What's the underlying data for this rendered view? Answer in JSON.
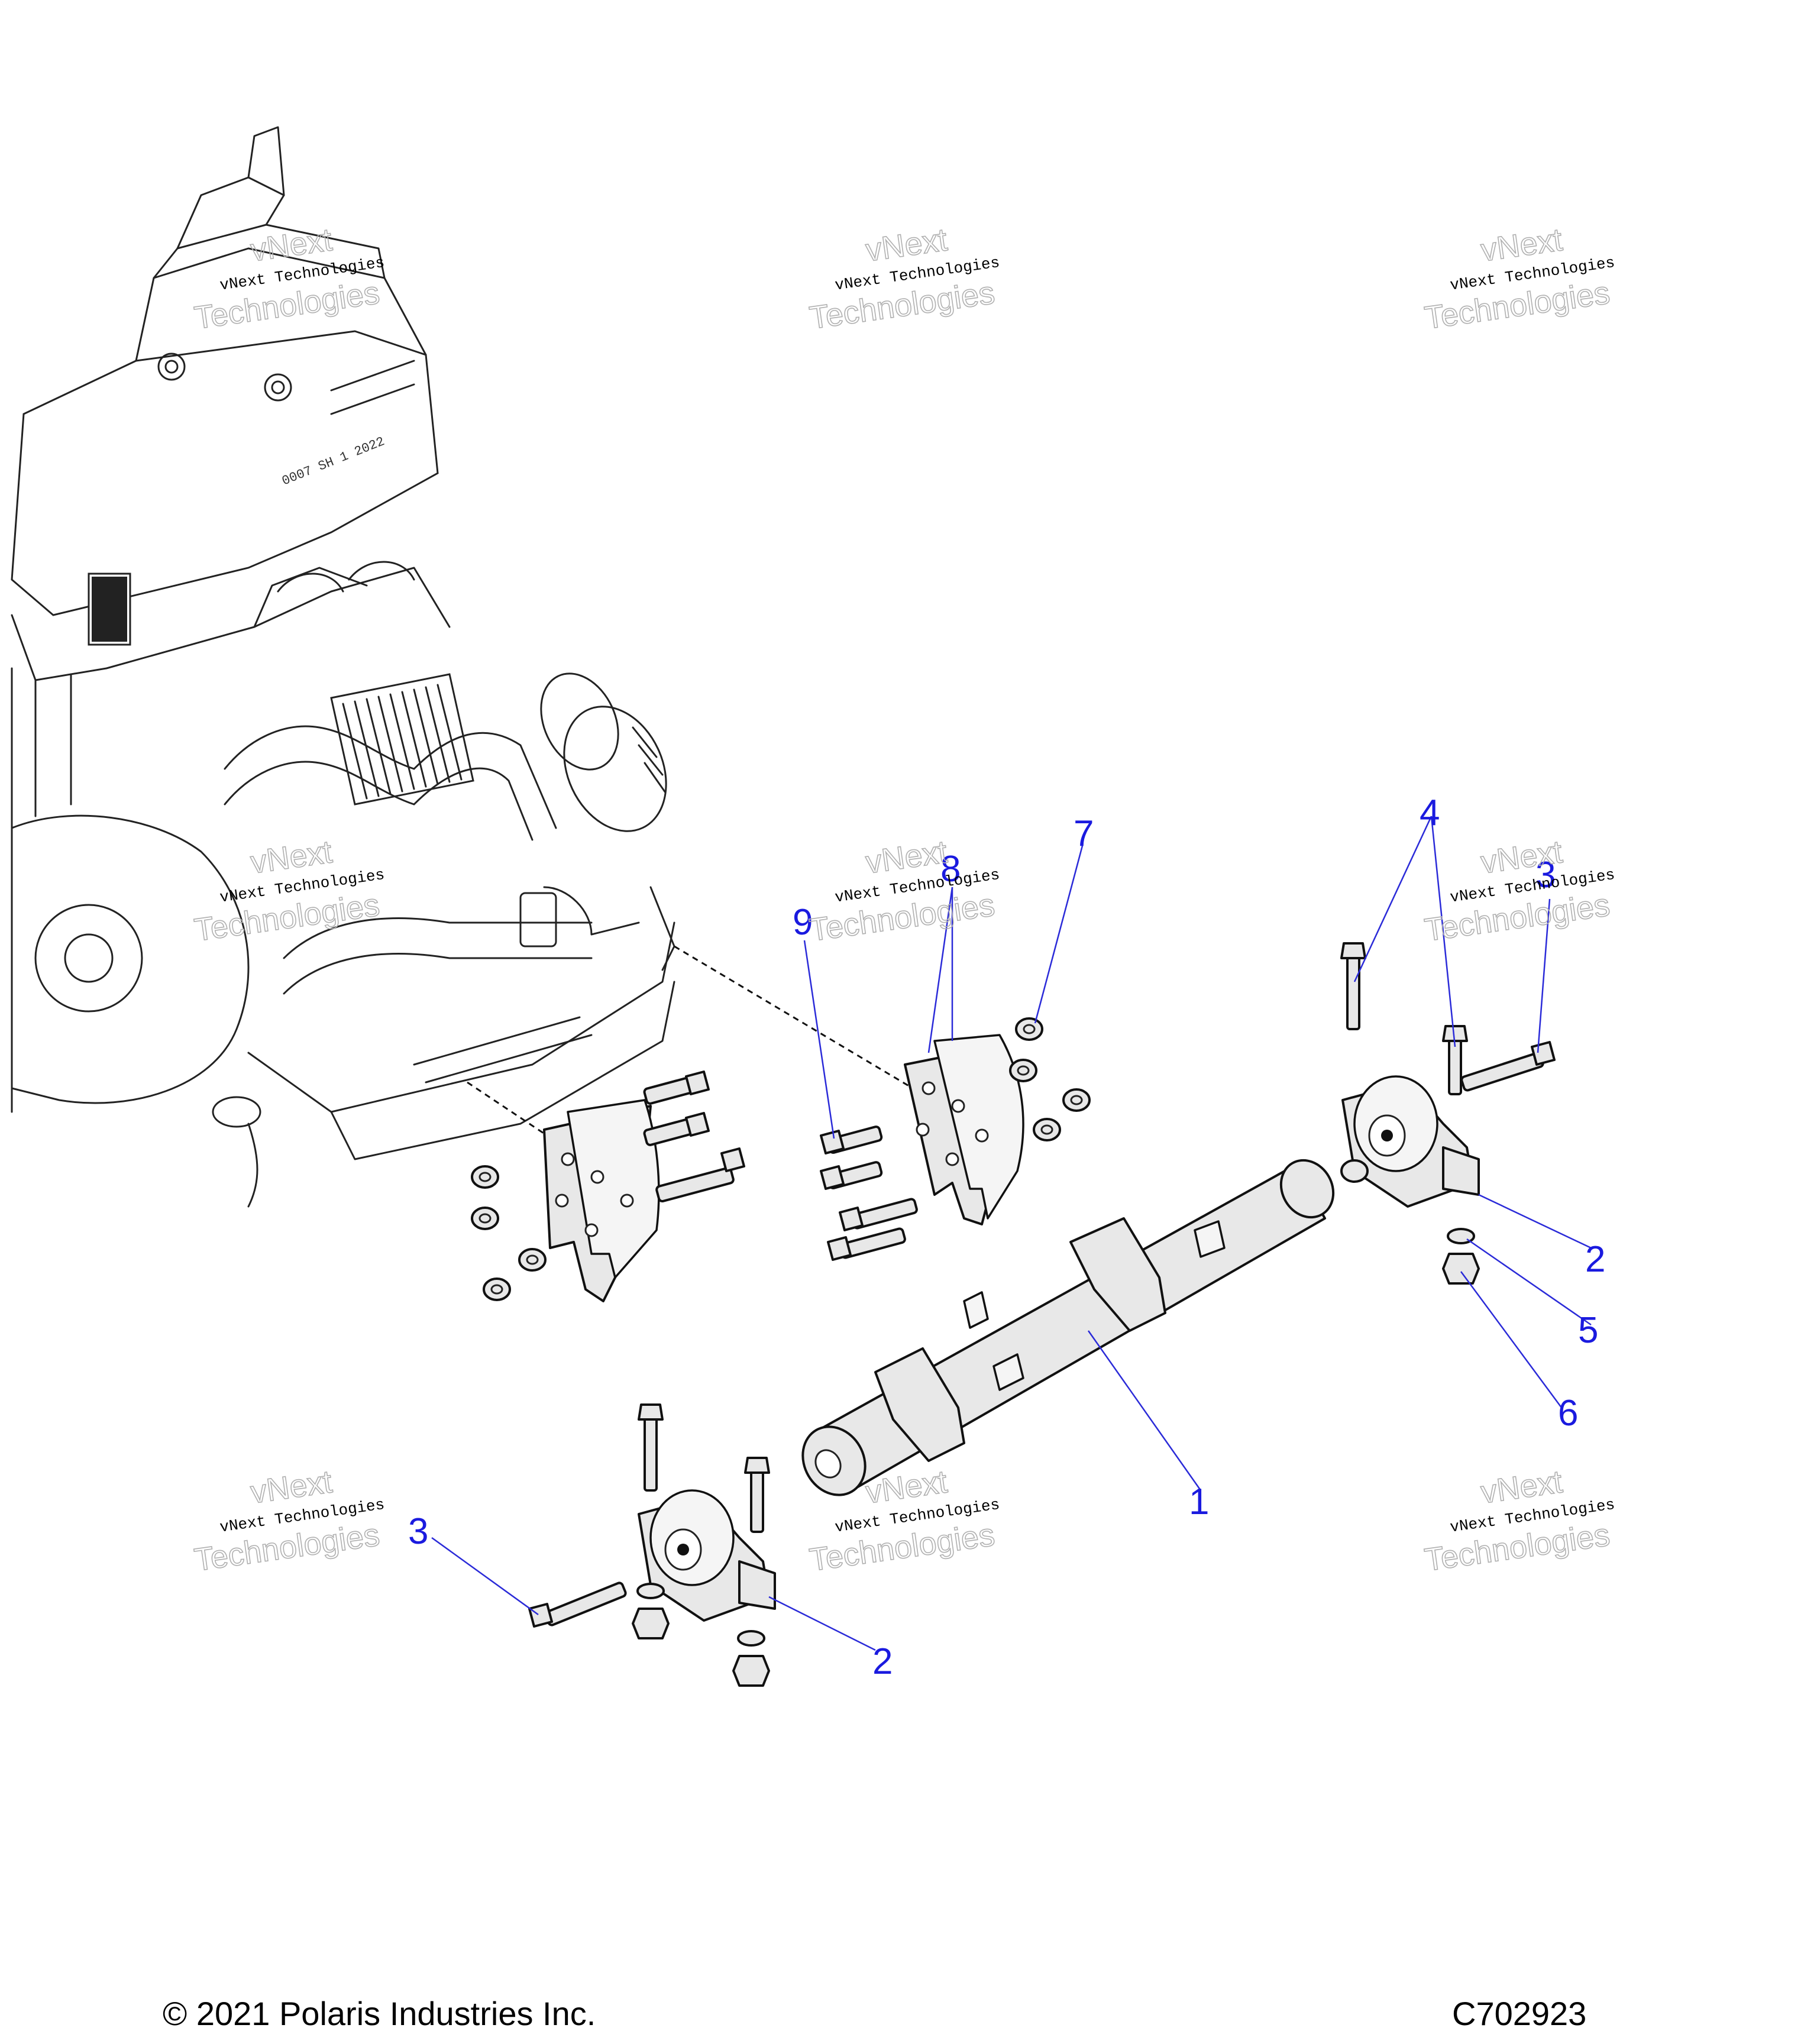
{
  "watermarks": [
    {
      "line1": "vNext Technologies",
      "line2": "vNext",
      "line3": "Technologies"
    },
    {
      "line1": "vNext Technologies",
      "line2": "vNext",
      "line3": "Technologies"
    },
    {
      "line1": "vNext Technologies",
      "line2": "vNext",
      "line3": "Technologies"
    },
    {
      "line1": "vNext Technologies",
      "line2": "vNext",
      "line3": "Technologies"
    },
    {
      "line1": "vNext Technologies",
      "line2": "vNext",
      "line3": "Technologies"
    },
    {
      "line1": "vNext Technologies",
      "line2": "vNext",
      "line3": "Technologies"
    },
    {
      "line1": "vNext Technologies",
      "line2": "vNext",
      "line3": "Technologies"
    },
    {
      "line1": "vNext Technologies",
      "line2": "vNext",
      "line3": "Technologies"
    },
    {
      "line1": "vNext Technologies",
      "line2": "vNext",
      "line3": "Technologies"
    }
  ],
  "callouts": {
    "item_1": "1",
    "item_2_right": "2",
    "item_2_left": "2",
    "item_3_right": "3",
    "item_3_left": "3",
    "item_4": "4",
    "item_5": "5",
    "item_6": "6",
    "item_7": "7",
    "item_8": "8",
    "item_9": "9"
  },
  "footer": {
    "copyright": "© 2021 Polaris Industries Inc.",
    "drawing_number": "C702923"
  },
  "colors": {
    "callout": "#1a1adf",
    "line_art": "#111111",
    "part_fill": "#e8e8e8",
    "background": "#ffffff"
  }
}
